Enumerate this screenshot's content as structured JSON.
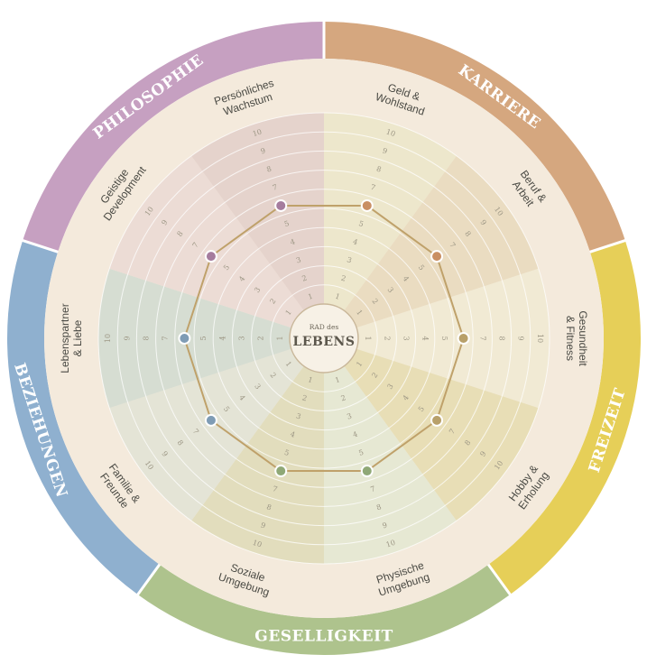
{
  "center": {
    "small": "RAD des",
    "big": "LEBENS"
  },
  "scale_ticks": [
    "1",
    "2",
    "3",
    "4",
    "5",
    "6",
    "7",
    "8",
    "9",
    "10"
  ],
  "colors": {
    "background": "#f4eadc",
    "polygon": "#bfa16a"
  },
  "categories": [
    {
      "label": "KARRIERE",
      "color": "#d5a77f"
    },
    {
      "label": "FREIZEIT",
      "color": "#e6cf58"
    },
    {
      "label": "GESELLIGKEIT",
      "color": "#aec38d"
    },
    {
      "label": "BEZIEHUNGEN",
      "color": "#8fb0cf"
    },
    {
      "label": "PHILOSOPHIE",
      "color": "#c6a0c1"
    }
  ],
  "life_areas": [
    {
      "label": [
        "Geld &",
        "Wohlstand"
      ],
      "value": 6,
      "sector_color": "#ede7cc",
      "dot_color": "#c98f63"
    },
    {
      "label": [
        "Beruf &",
        "Arbeit"
      ],
      "value": 6,
      "sector_color": "#eadcc1",
      "dot_color": "#c98f63"
    },
    {
      "label": [
        "Gesundheit",
        "& Fitness"
      ],
      "value": 6,
      "sector_color": "#f1ead4",
      "dot_color": "#b8a06a"
    },
    {
      "label": [
        "Hobby &",
        "Erholung"
      ],
      "value": 6,
      "sector_color": "#e8deb6",
      "dot_color": "#b8a06a"
    },
    {
      "label": [
        "Physische",
        "Umgebung"
      ],
      "value": 6,
      "sector_color": "#e6e8d3",
      "dot_color": "#8fa876"
    },
    {
      "label": [
        "Soziale",
        "Umgebung"
      ],
      "value": 6,
      "sector_color": "#e2ddbd",
      "dot_color": "#8fa876"
    },
    {
      "label": [
        "Familie &",
        "Freunde"
      ],
      "value": 6,
      "sector_color": "#e4e4d6",
      "dot_color": "#7f9cb5"
    },
    {
      "label": [
        "Lebenspartner",
        "& Liebe"
      ],
      "value": 6,
      "sector_color": "#d6ddd2",
      "dot_color": "#7f9cb5"
    },
    {
      "label": [
        "Geistige",
        "Development"
      ],
      "value": 6,
      "sector_color": "#ecdcd5",
      "dot_color": "#a57c9e"
    },
    {
      "label": [
        "Persönliches",
        "Wachstum"
      ],
      "value": 6,
      "sector_color": "#e5d3cc",
      "dot_color": "#a57c9e"
    }
  ]
}
